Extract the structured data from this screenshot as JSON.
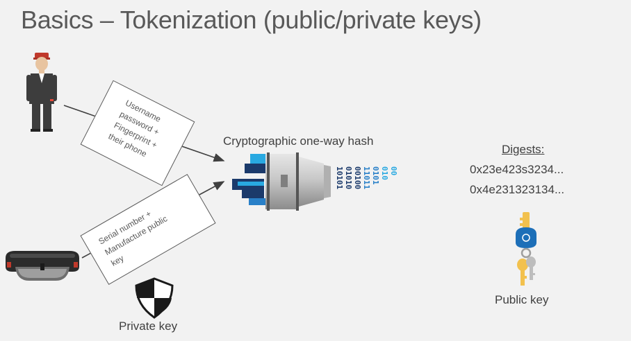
{
  "slide": {
    "title": "Basics – Tokenization (public/private keys)"
  },
  "user_box": {
    "lines": [
      "Username",
      "password +",
      "Fingerprint +",
      "their phone"
    ]
  },
  "device_box": {
    "lines": [
      "Serial number +",
      "Manufacture public",
      "key"
    ]
  },
  "hash": {
    "label": "Cryptographic one-way hash",
    "binary_columns": [
      "10101",
      "01010",
      "00100",
      "11011",
      "0101",
      "010",
      "00"
    ]
  },
  "digests": {
    "title": "Digests:",
    "values": [
      "0x23e423s3234...",
      "0x4e231323134..."
    ]
  },
  "private_key": {
    "label": "Private key"
  },
  "public_key": {
    "label": "Public key"
  },
  "colors": {
    "background": "#f2f2f2",
    "title": "#595959",
    "hash_blue_light": "#29a9e1",
    "hash_blue_dark": "#1b3a6b",
    "key_blue": "#1d6fb8",
    "key_gold": "#f2c14e",
    "device_red": "#c0392b"
  },
  "icons": [
    "person-icon",
    "mixed-reality-headset-icon",
    "hash-machine-icon",
    "shield-icon",
    "keys-icon"
  ]
}
